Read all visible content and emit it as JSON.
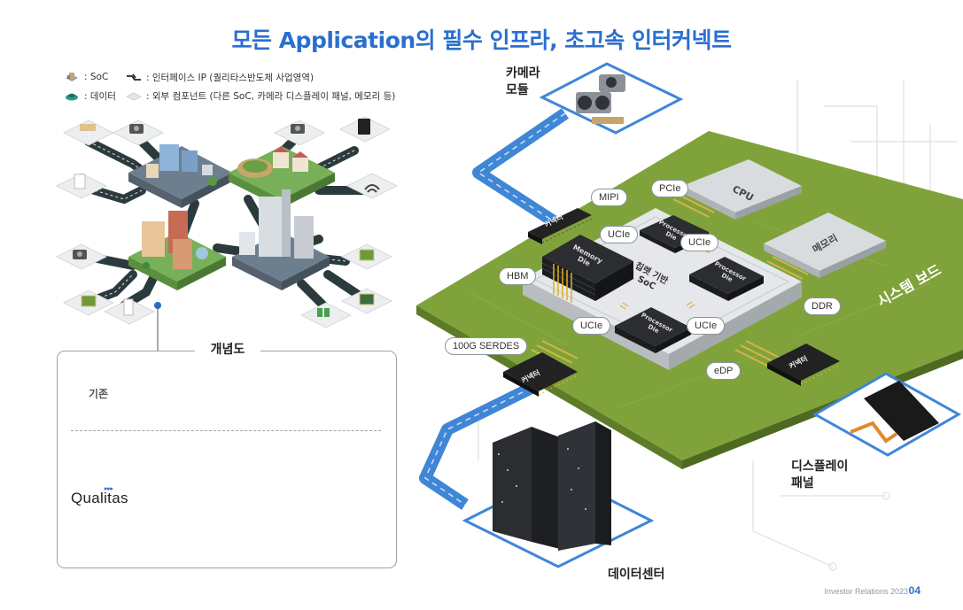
{
  "title": "모든 Application의 필수 인프라, 초고속 인터커넥트",
  "legend": {
    "soc": ": SoC",
    "data": ": 데이터",
    "interface_ip": ": 인터페이스 IP (퀄리타스반도체 사업영역)",
    "external": ": 외부 컴포넌트 (다른 SoC, 카메라 디스플레이 패널, 메모리 등)"
  },
  "concept": {
    "title": "개념도",
    "legacy_label": "기존",
    "qualitas_label": "Qualitas"
  },
  "tags": {
    "mipi": "MIPI",
    "pcie": "PCIe",
    "ucie_top_left": "UCIe",
    "ucie_top_right": "UCIe",
    "hbm": "HBM",
    "ucie_bottom_left": "UCIe",
    "ucie_bottom_right": "UCIe",
    "ddr": "DDR",
    "serdes": "100G SERDES",
    "edp": "eDP"
  },
  "labels": {
    "camera_module": [
      "카메라",
      "모듈"
    ],
    "display_panel": [
      "디스플레이",
      "패널"
    ],
    "data_center": "데이터센터",
    "system_board": "시스템 보드",
    "connector_top": "커넥터",
    "connector_bottom_left": "커넥터",
    "connector_bottom_right": "커넥터",
    "cpu": "CPU",
    "memory": "메모리",
    "memory_die": [
      "Memory",
      "Die"
    ],
    "processor_die_top": [
      "Processor",
      "Die"
    ],
    "processor_die_right": [
      "Processor",
      "Die"
    ],
    "processor_die_bottom": [
      "Processor",
      "Die"
    ],
    "chiplet_soc": [
      "칩렛 기반",
      "SoC"
    ]
  },
  "footer": {
    "text": "Investor Relations 2023",
    "page": "04"
  },
  "colors": {
    "accent_blue": "#2a6fcf",
    "board_green": "#7fa33a",
    "road_blue": "#3f86d6",
    "chip_gray": "#d9dcdf",
    "die_dark": "#2b2d30"
  }
}
